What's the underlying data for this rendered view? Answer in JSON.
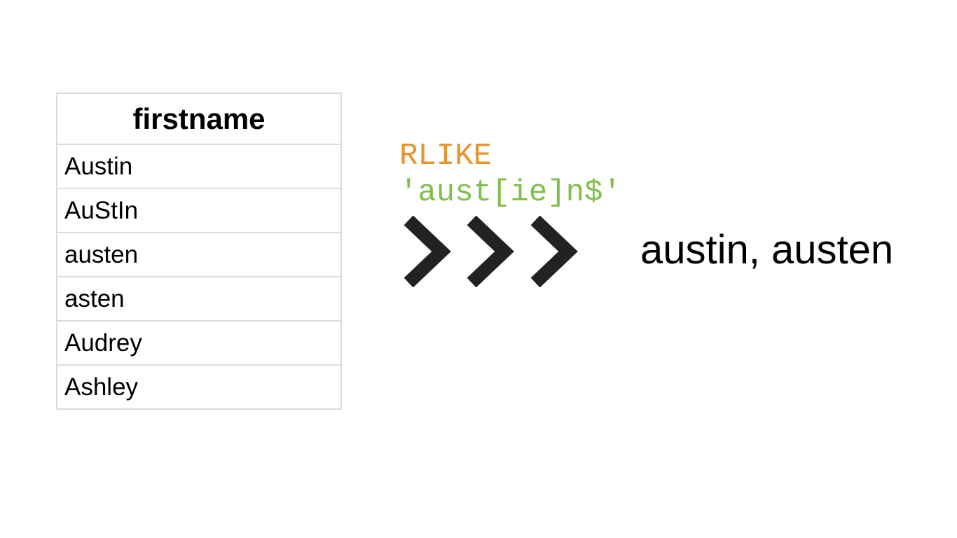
{
  "table": {
    "header": "firstname",
    "rows": [
      "Austin",
      "AuStIn",
      "austen",
      "asten",
      "Audrey",
      "Ashley"
    ]
  },
  "expression": {
    "keyword": "RLIKE",
    "pattern": "'aust[ie]n$'"
  },
  "result": {
    "text": "austin, austen"
  },
  "colors": {
    "keyword": "#e8932c",
    "pattern": "#7fbf4a",
    "arrow": "#222222"
  },
  "icons": [
    "chevron-right-icon",
    "chevron-right-icon",
    "chevron-right-icon"
  ]
}
